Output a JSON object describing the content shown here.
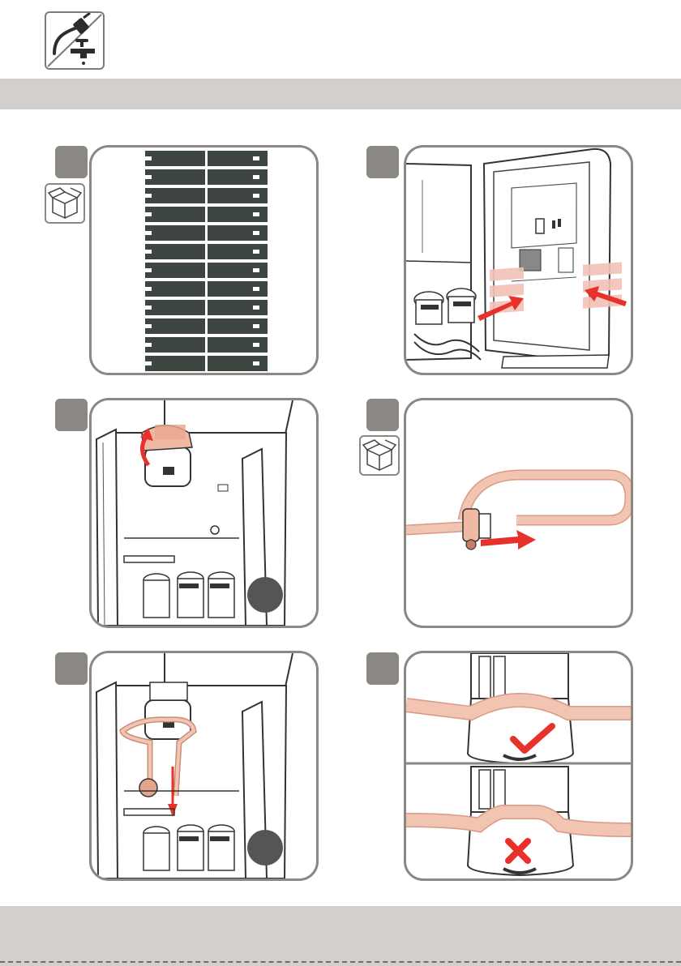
{
  "header": {
    "icon": "power-and-water-disconnect-icon"
  },
  "steps": [
    {
      "id": 1,
      "icon": "label-strips",
      "has_box_icon": true
    },
    {
      "id": 2,
      "icon": "door-labels-insert",
      "has_box_icon": false
    },
    {
      "id": 3,
      "icon": "pump-cover-lift",
      "has_box_icon": false
    },
    {
      "id": 4,
      "icon": "tube-connector-pull",
      "has_box_icon": true
    },
    {
      "id": 5,
      "icon": "tube-routing-pump",
      "has_box_icon": false
    },
    {
      "id": 6,
      "icon": "tube-seating-correct-incorrect",
      "has_box_icon": false
    }
  ],
  "colors": {
    "bar": "#d3cfcc",
    "badge": "#8b8782",
    "tube": "#f0b9a3",
    "arrow": "#e8312b",
    "label_strip": "#3d4640"
  },
  "status_icons": [
    "check-icon",
    "cross-icon"
  ]
}
